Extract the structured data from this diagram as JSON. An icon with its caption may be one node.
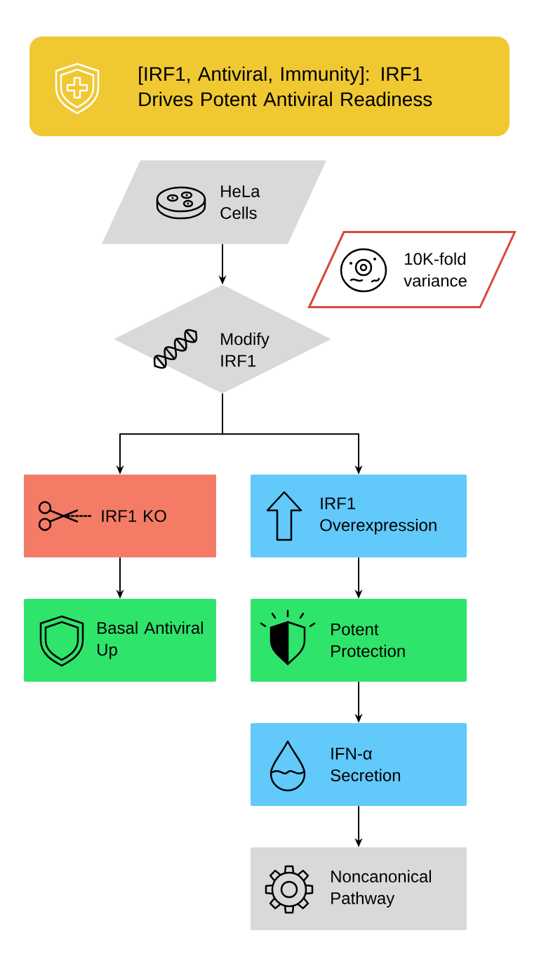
{
  "diagram": {
    "nodes": [
      {
        "text": [
          "[IRF1, Antiviral, Immunity]: IRF1 Drives Potent Antiviral Readiness"
        ]
      },
      {
        "text": [
          "HeLa Cells"
        ]
      },
      {
        "text": [
          "10K-fold variance"
        ]
      },
      {
        "text": [
          "Modify IRF1"
        ]
      },
      {
        "text": [
          "IRF1 KO"
        ]
      },
      {
        "text": [
          "IRF1 Overexpression"
        ]
      },
      {
        "text": [
          "Basal Antiviral Up"
        ]
      },
      {
        "text": [
          "Potent Protection"
        ]
      },
      {
        "text": [
          "IFN-α Secretion"
        ]
      },
      {
        "text": [
          "Noncanonical Pathway"
        ]
      }
    ],
    "edges": [
      {
        "from": 1,
        "to": 3,
        "arrow": "to"
      },
      {
        "from": 3,
        "to": 4,
        "arrow": "to"
      },
      {
        "from": 3,
        "to": 5,
        "arrow": "to"
      },
      {
        "from": 4,
        "to": 6,
        "arrow": "to"
      },
      {
        "from": 5,
        "to": 7,
        "arrow": "to"
      },
      {
        "from": 7,
        "to": 8,
        "arrow": "to"
      },
      {
        "from": 8,
        "to": 9,
        "arrow": "to"
      }
    ]
  }
}
